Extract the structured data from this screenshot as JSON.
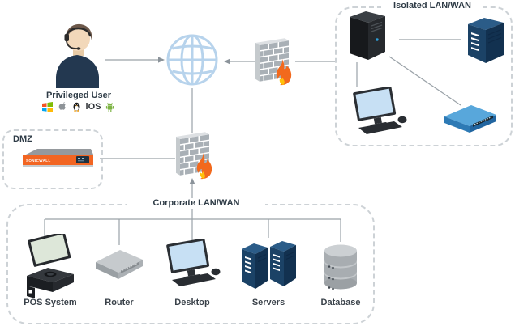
{
  "user": {
    "label": "Privileged User",
    "os_icons": [
      "windows",
      "apple",
      "linux",
      "ios",
      "android"
    ],
    "ios_label": "iOS"
  },
  "internet": {
    "icon": "globe"
  },
  "firewalls": {
    "top": "firewall-brick-flame",
    "middle": "firewall-brick-flame"
  },
  "dmz": {
    "label": "DMZ",
    "appliance_brand": "SONICWALL"
  },
  "isolated": {
    "label": "Isolated LAN/WAN",
    "devices": [
      "tower-pc",
      "server",
      "desktop",
      "switch"
    ]
  },
  "corporate": {
    "label": "Corporate LAN/WAN",
    "devices": [
      {
        "icon": "pos-terminal",
        "label": "POS System"
      },
      {
        "icon": "router",
        "label": "Router"
      },
      {
        "icon": "desktop-computer",
        "label": "Desktop"
      },
      {
        "icon": "server-towers",
        "label": "Servers"
      },
      {
        "icon": "database-cylinders",
        "label": "Database"
      }
    ]
  },
  "colors": {
    "accent_orange": "#f26522",
    "flame_orange": "#f2691d",
    "flame_yellow": "#ffc10a",
    "navy": "#1b4266",
    "globe_blue": "#b7d3ec",
    "line_gray": "#9aa2a8",
    "dash_gray": "#cdd2d6",
    "brick_gray": "#a9b0b6"
  }
}
